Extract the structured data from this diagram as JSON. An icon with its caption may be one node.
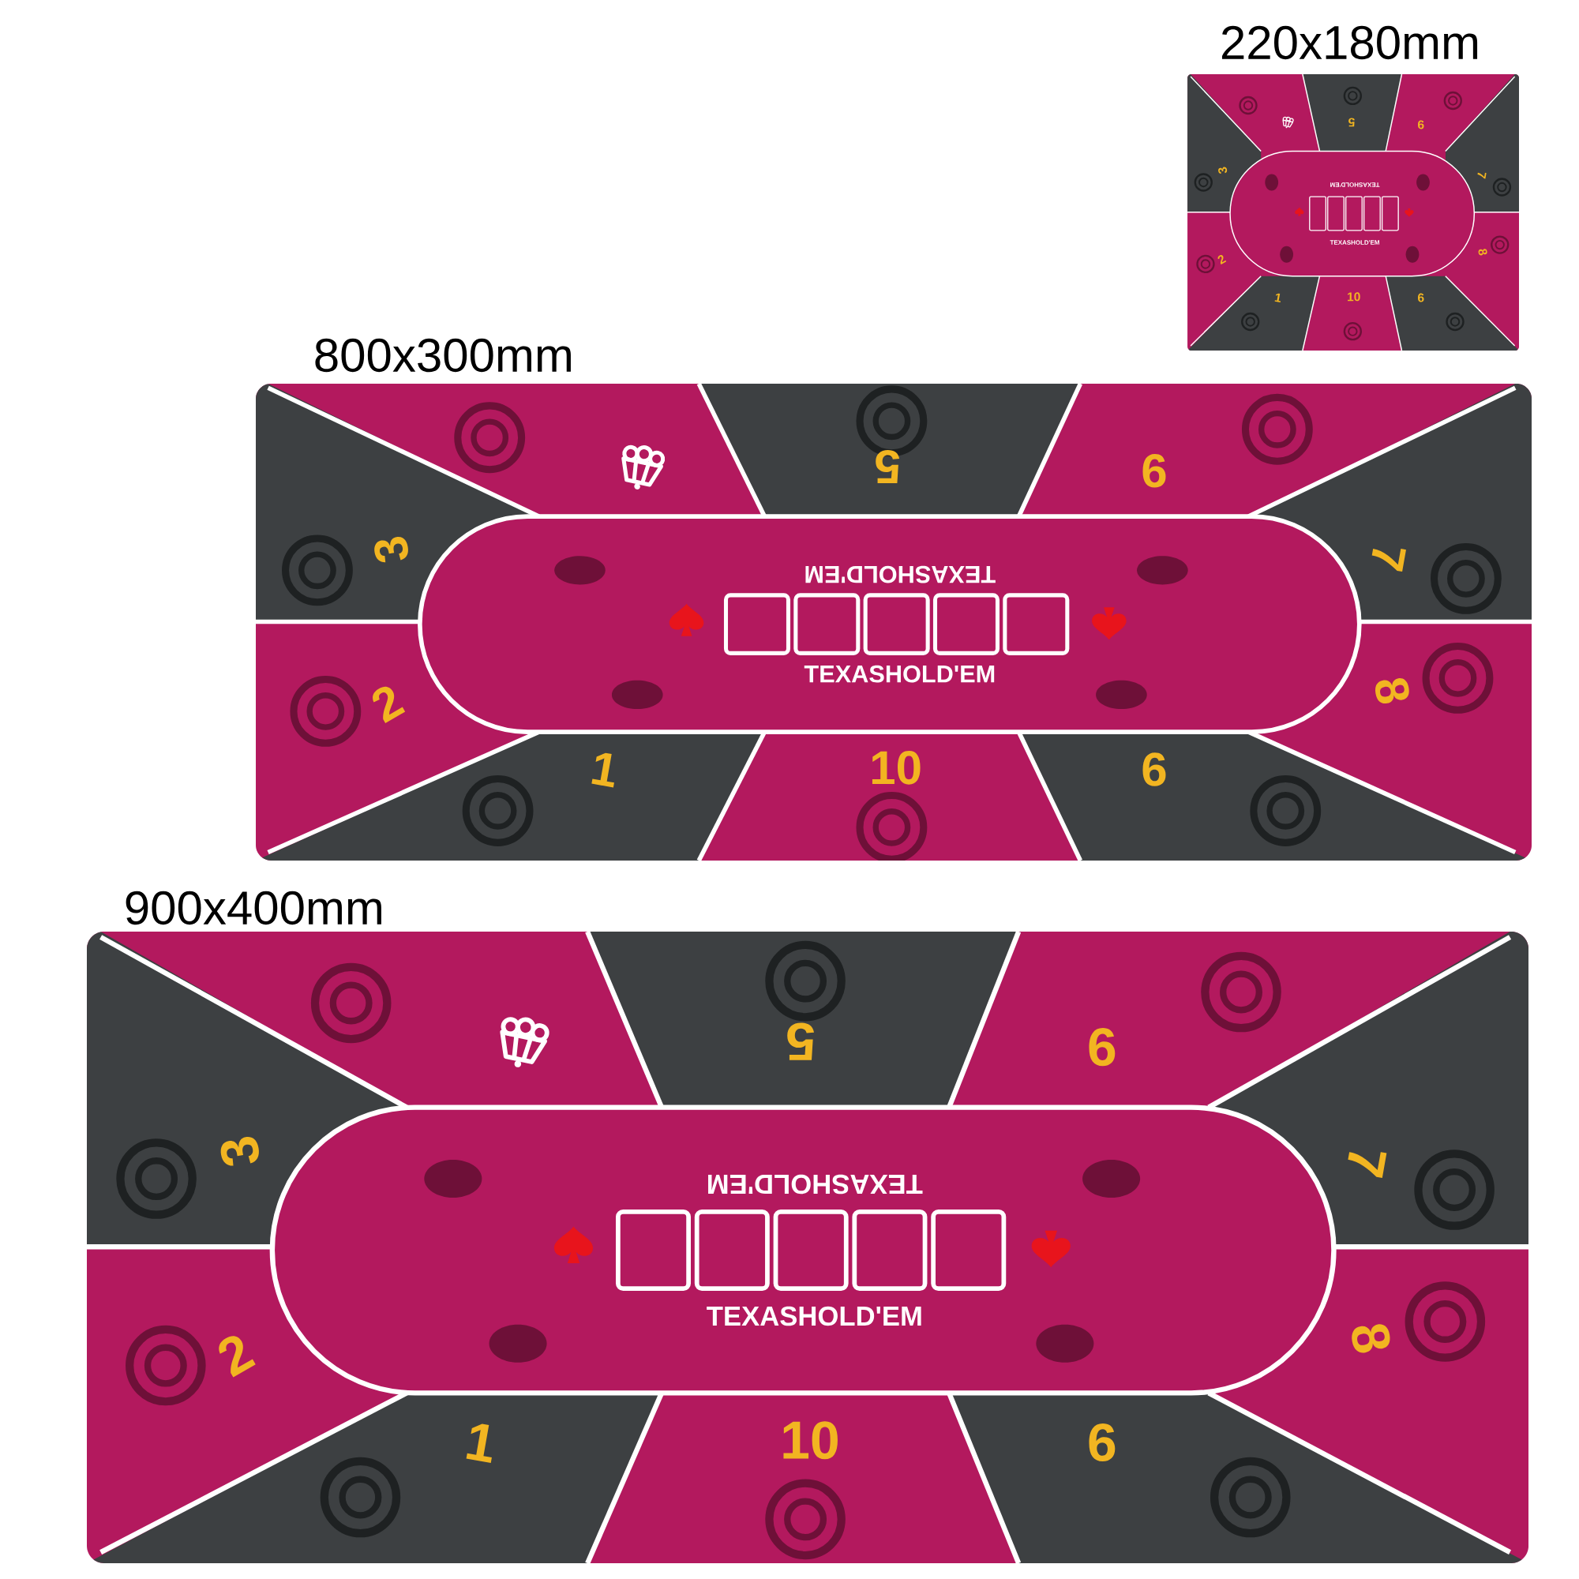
{
  "diagram": {
    "labels": [
      "220x180mm",
      "5",
      "6",
      "3",
      "TEXASHOLD'EM",
      "7",
      "TEXASHOLD'EM",
      "2",
      "8",
      "1",
      "10",
      "6",
      "800x300mm",
      "5",
      "6",
      "3",
      "TEXASHOLD'EM",
      "7",
      "TEXASHOLD'EM",
      "2",
      "8",
      "1",
      "10",
      "6",
      "900x400mm",
      "5",
      "6",
      "3",
      "TEXASHOLD'EM",
      "7",
      "TEXASHOLD'EM",
      "2",
      "8",
      "1",
      "10",
      "6"
    ]
  }
}
